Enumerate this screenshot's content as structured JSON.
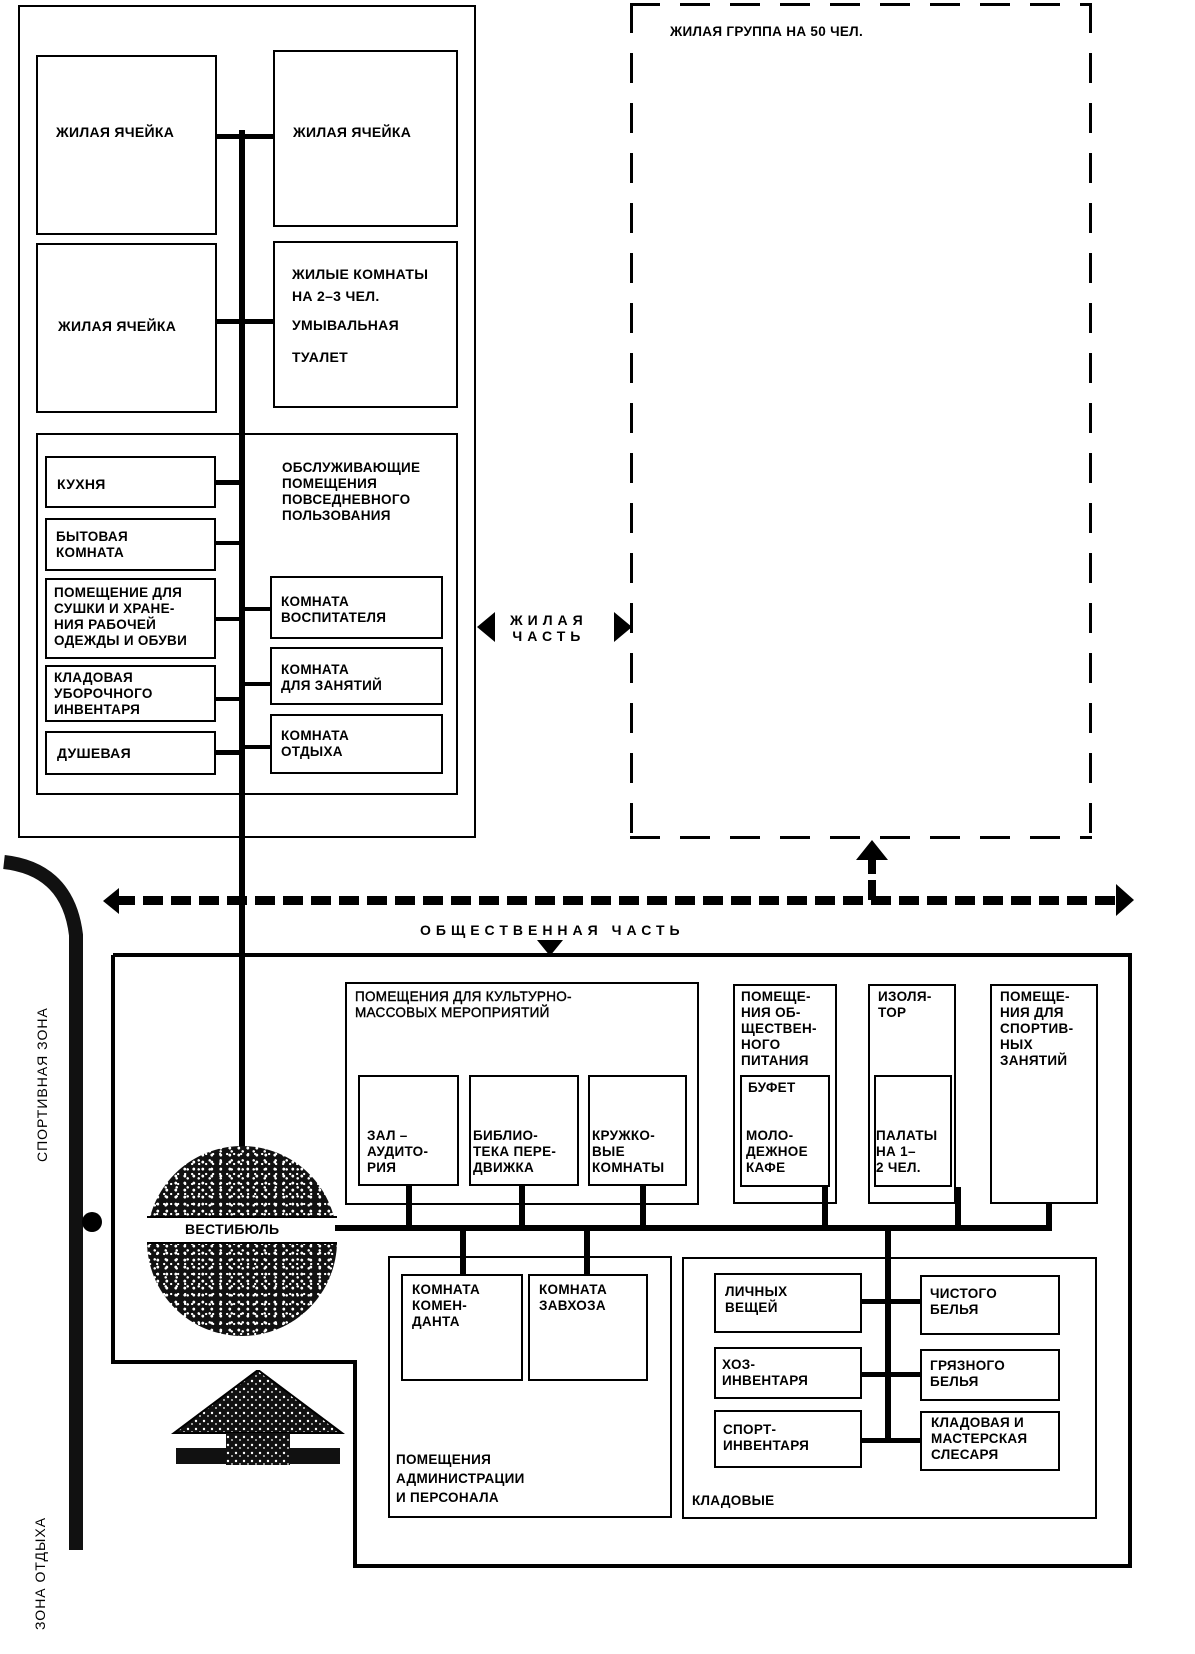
{
  "diagram": {
    "type": "functional-scheme",
    "residential_part": {
      "label": "ЖИЛАЯ\nЧАСТЬ",
      "group_label": "ЖИЛАЯ ГРУППА НА 50 ЧЕЛ.",
      "cells": [
        {
          "label": "ЖИЛАЯ ЯЧЕЙКА"
        },
        {
          "label": "ЖИЛАЯ ЯЧЕЙКА"
        },
        {
          "label": "ЖИЛАЯ ЯЧЕЙКА"
        }
      ],
      "cell_detail": {
        "lines": [
          "ЖИЛЫЕ КОМНАТЫ\nНА 2–3 ЧЕЛ.",
          "УМЫВАЛЬНАЯ",
          "ТУАЛЕТ"
        ]
      },
      "service_group": {
        "title": "ОБСЛУЖИВАЮЩИЕ\nПОМЕЩЕНИЯ\nПОВСЕДНЕВНОГО\nПОЛЬЗОВАНИЯ",
        "left_rooms": [
          {
            "label": "КУХНЯ"
          },
          {
            "label": "БЫТОВАЯ\nКОМНАТА"
          },
          {
            "label": "ПОМЕЩЕНИЕ ДЛЯ\nСУШКИ И ХРАНЕ-\nНИЯ РАБОЧЕЙ\nОДЕЖДЫ И ОБУВИ"
          },
          {
            "label": "КЛАДОВАЯ\nУБОРОЧНОГО\nИНВЕНТАРЯ"
          },
          {
            "label": "ДУШЕВАЯ"
          }
        ],
        "right_rooms": [
          {
            "label": "КОМНАТА\nВОСПИТАТЕЛЯ"
          },
          {
            "label": "КОМНАТА\nДЛЯ ЗАНЯТИЙ"
          },
          {
            "label": "КОМНАТА\nОТДЫХА"
          }
        ]
      }
    },
    "public_part": {
      "label": "ОБЩЕСТВЕННАЯ ЧАСТЬ",
      "vestibule": "ВЕСТИБЮЛЬ",
      "cultural": {
        "title": "ПОМЕЩЕНИЯ ДЛЯ КУЛЬТУРНО-\nМАССОВЫХ МЕРОПРИЯТИЙ",
        "rooms": [
          {
            "label": "ЗАЛ –\nАУДИТО-\nРИЯ"
          },
          {
            "label": "БИБЛИО-\nТЕКА ПЕРЕ-\nДВИЖКА"
          },
          {
            "label": "КРУЖКО-\nВЫЕ\nКОМНАТЫ"
          }
        ]
      },
      "catering": {
        "title": "ПОМЕЩЕ-\nНИЯ ОБ-\nЩЕСТВЕН-\nНОГО\nПИТАНИЯ",
        "inner_top": "БУФЕТ",
        "inner_bottom": "МОЛО-\nДЕЖНОЕ\nКАФЕ"
      },
      "isolator": {
        "title": "ИЗОЛЯ-\nТОР",
        "inner": "ПАЛАТЫ\nНА 1–\n2 ЧЕЛ."
      },
      "sports": {
        "title": "ПОМЕЩЕ-\nНИЯ ДЛЯ\nСПОРТИВ-\nНЫХ\nЗАНЯТИЙ"
      },
      "administration": {
        "title": "ПОМЕЩЕНИЯ\nАДМИНИСТРАЦИИ\nИ ПЕРСОНАЛА",
        "rooms": [
          {
            "label": "КОМНАТА\nКОМЕН-\nДАНТА"
          },
          {
            "label": "КОМНАТА\nЗАВХОЗА"
          }
        ]
      },
      "storage": {
        "title": "КЛАДОВЫЕ",
        "left_rooms": [
          {
            "label": "ЛИЧНЫХ\nВЕЩЕЙ"
          },
          {
            "label": "ХОЗ-\nИНВЕНТАРЯ"
          },
          {
            "label": "СПОРТ-\nИНВЕНТАРЯ"
          }
        ],
        "right_rooms": [
          {
            "label": "ЧИСТОГО\nБЕЛЬЯ"
          },
          {
            "label": "ГРЯЗНОГО\nБЕЛЬЯ"
          },
          {
            "label": "КЛАДОВАЯ И\nМАСТЕРСКАЯ\nСЛЕСАРЯ"
          }
        ]
      }
    },
    "zones": {
      "sports_zone": "СПОРТИВНАЯ ЗОНА",
      "rest_zone": "ЗОНА ОТДЫХА"
    }
  }
}
